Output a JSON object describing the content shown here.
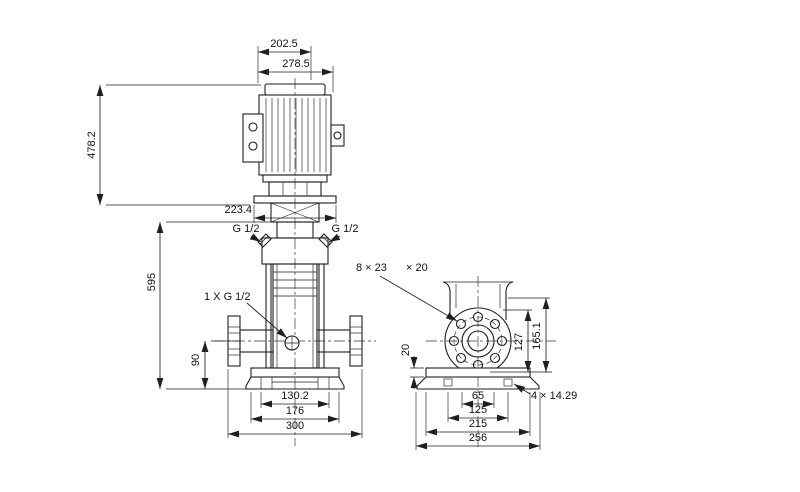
{
  "colors": {
    "ink": "#1f1f1f",
    "background": "#ffffff"
  },
  "left_view": {
    "dim_202_5": "202.5",
    "dim_278_5": "278.5",
    "dim_478_2": "478.2",
    "dim_223_4": "223.4",
    "port_left_label": "G 1/2",
    "port_right_label": "G 1/2",
    "dim_595": "595",
    "drain_label": "1 X G 1/2",
    "dim_90": "90",
    "dim_130_2": "130.2",
    "dim_176": "176",
    "dim_300": "300"
  },
  "right_view": {
    "holes_label": "8 × 23",
    "depth_label": "× 20",
    "dim_127": "127",
    "dim_165_1": "165.1",
    "dim_20": "20",
    "dim_65": "65",
    "dim_125": "125",
    "dim_215": "215",
    "dim_256": "256",
    "base_holes_label": "4 × 14.29"
  }
}
